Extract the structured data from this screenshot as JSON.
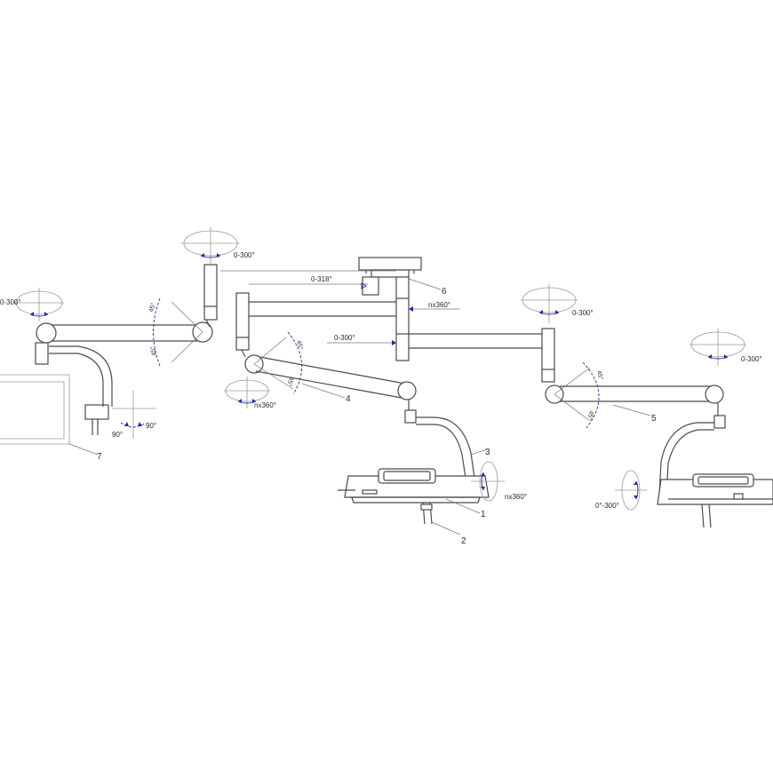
{
  "colors": {
    "line": "#4a4a4a",
    "dimension": "#1c2a9a",
    "background": "#ffffff"
  },
  "labels": {
    "rot_a": "0-300°",
    "rot_b": "0-300°",
    "rot_c": "0-300°",
    "rot_d": "0-300°",
    "rot_e": "0-300°",
    "rot_f": "0-318°",
    "rot_g": "0°-300°",
    "nx_a": "nx360°",
    "nx_b": "nx360°",
    "nx_c": "nx360°",
    "deg90_left": "90°",
    "deg90_right": "90°",
    "tilt_a_top": "45°",
    "tilt_a_bottom": "45°",
    "tilt_b_top": "45°",
    "tilt_b_bottom": "45°",
    "tilt_c_top": "45°",
    "tilt_c_bottom": "45°"
  },
  "callouts": [
    "1",
    "2",
    "3",
    "4",
    "5",
    "6",
    "7"
  ]
}
